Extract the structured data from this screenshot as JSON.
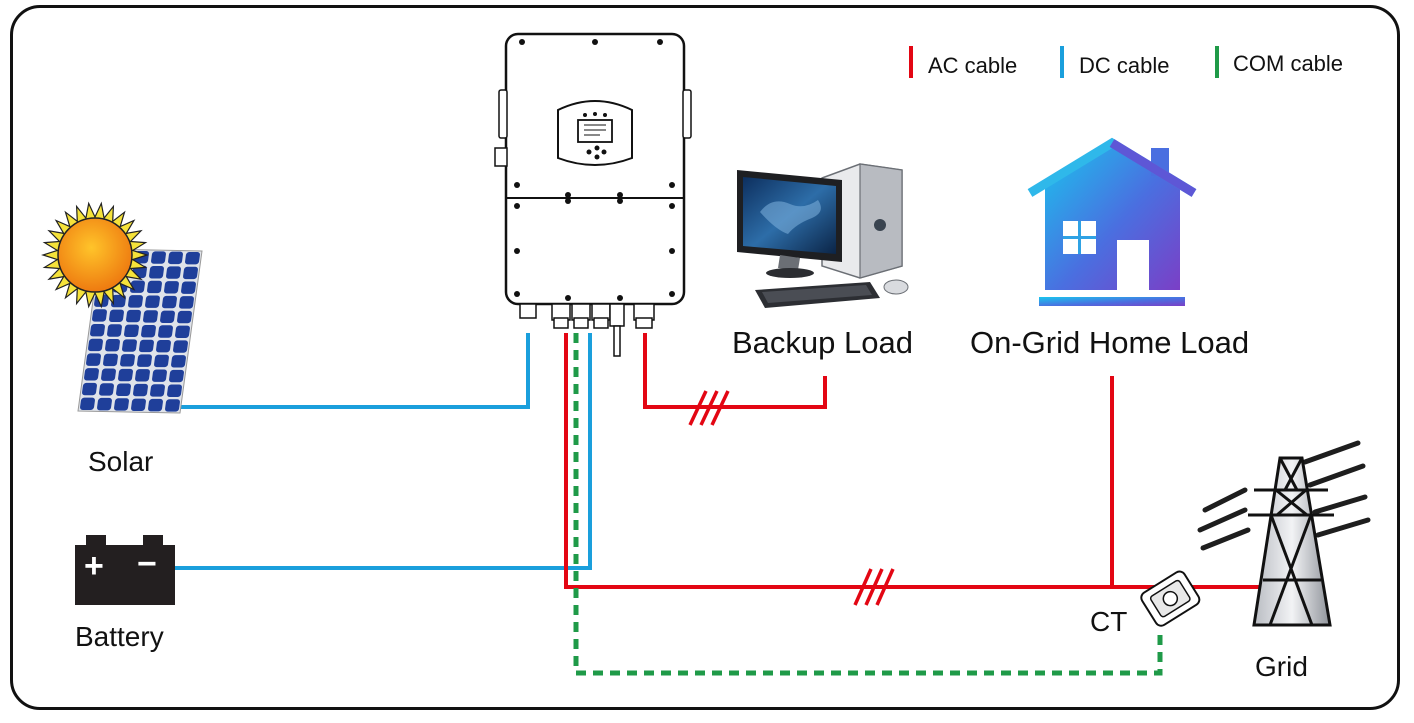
{
  "legend": {
    "ac": {
      "label": "AC cable",
      "color": "#e30613"
    },
    "dc": {
      "label": "DC cable",
      "color": "#1a9fdc"
    },
    "com": {
      "label": "COM cable",
      "color": "#1f9a48"
    }
  },
  "labels": {
    "solar": "Solar",
    "battery": "Battery",
    "backup_load": "Backup Load",
    "home_load": "On-Grid Home Load",
    "ct": "CT",
    "grid": "Grid"
  },
  "battery_terminals": {
    "plus": "+",
    "minus": "−"
  },
  "icons": {
    "inverter": "inverter-icon",
    "solar": "solar-panel-icon",
    "sun": "sun-icon",
    "battery": "battery-icon",
    "computer": "computer-icon",
    "house": "house-icon",
    "tower": "power-tower-icon",
    "ct": "ct-clamp-icon"
  }
}
